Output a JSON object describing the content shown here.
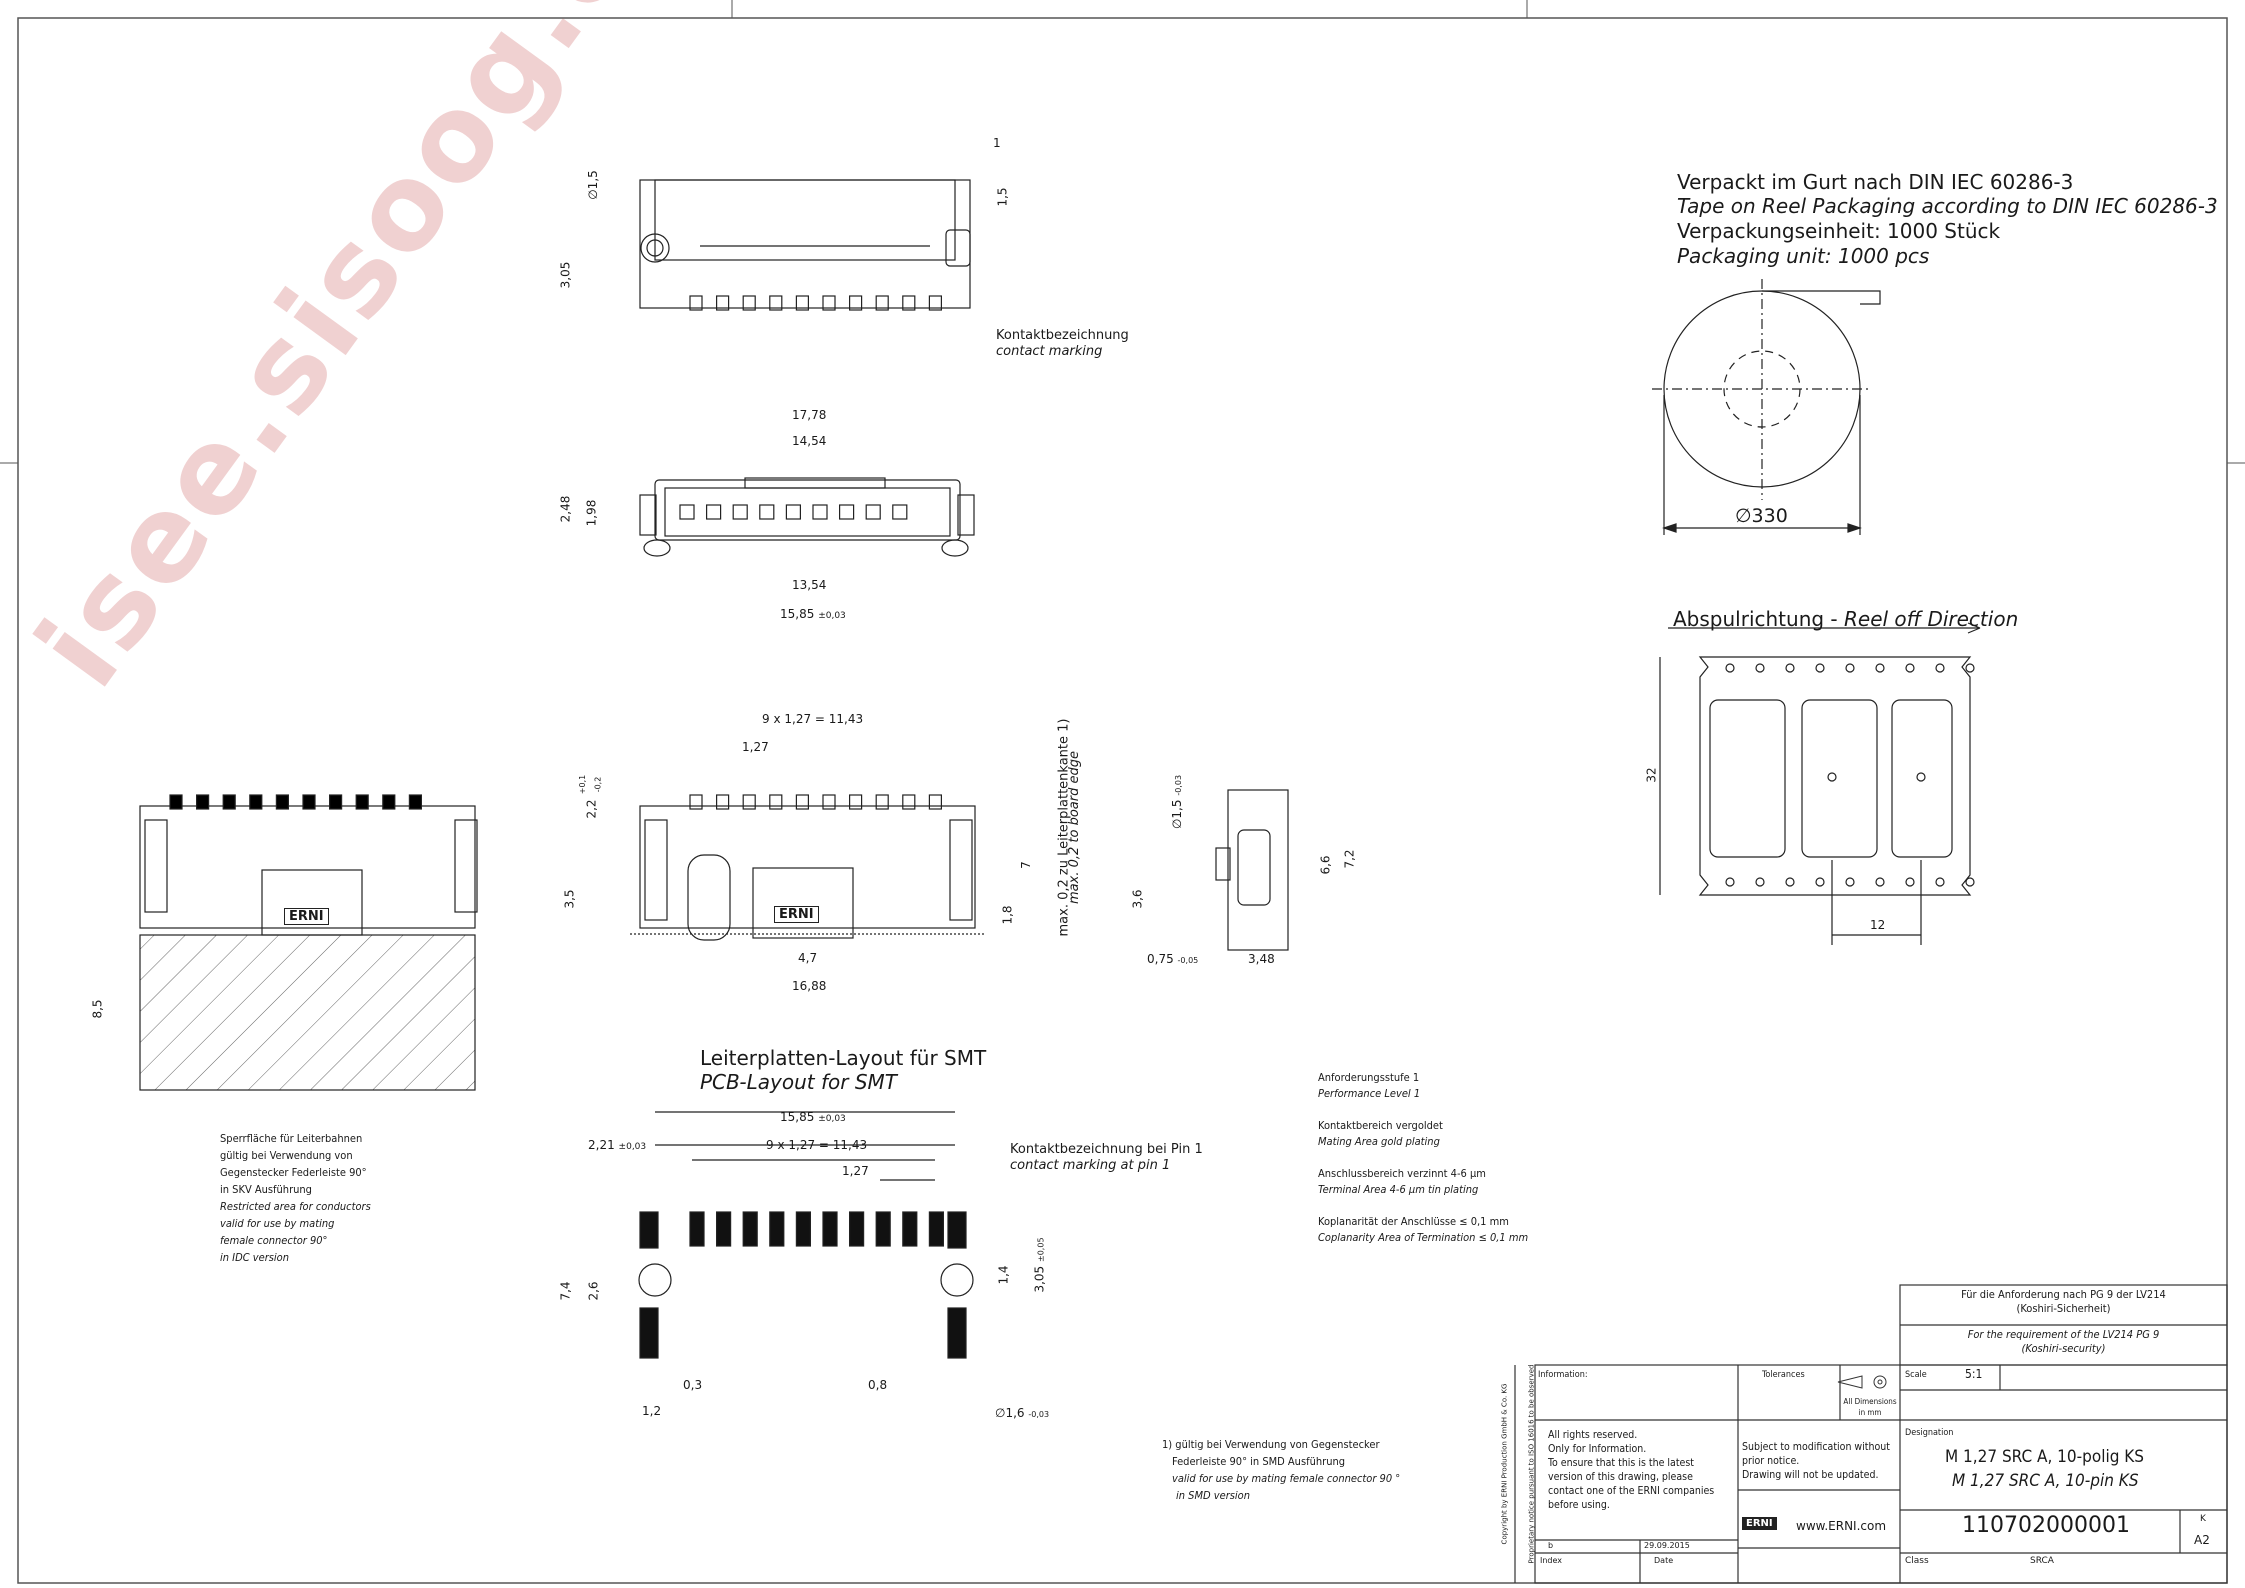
{
  "watermark": "isee.sisoog.com",
  "packaging": {
    "de_title": "Verpackt im Gurt nach DIN IEC 60286-3",
    "en_title": "Tape on Reel Packaging according to DIN IEC 60286-3",
    "de_unit": "Verpackungseinheit:  1000 Stück",
    "en_unit": "Packaging unit:  1000 pcs",
    "reel_diameter": "∅330"
  },
  "reel_off": {
    "de": "Abspulrichtung - ",
    "en": "Reel off Direction",
    "dim_32": "32",
    "dim_12": "12"
  },
  "top_view": {
    "contact_de": "Kontaktbezeichnung",
    "contact_en": "contact marking",
    "dim_15a": "∅1,5",
    "dim_15b": "1,5",
    "dim_305": "3,05",
    "dim_1": "1"
  },
  "front_view": {
    "d1778": "17,78",
    "d1454": "14,54",
    "d1354": "13,54",
    "d1585": "15,85",
    "d1585_tol": "±0,03",
    "d248": "2,48",
    "d198": "1,98"
  },
  "side_view": {
    "d_pitch": "9 x 1,27 = 11,43",
    "d127": "1,27",
    "d22": "2,2",
    "d22_tol_up": "+0,1",
    "d22_tol_dn": "-0,2",
    "d35": "3,5",
    "d47": "4,7",
    "d1688": "16,88",
    "d7": "7",
    "d18": "1,8",
    "edge_de": "max. 0,2 zu  Leiterplattenkante 1)",
    "edge_en": "max. 0,2 to board edge",
    "d15": "∅1,5",
    "d15_tol": "-0,03",
    "d36": "3,6",
    "d66": "6,6",
    "d72": "7,2",
    "d075": "0,75",
    "d075_tol": "-0,05",
    "d348": "3,48",
    "d85": "8,5",
    "logo": "ERNI"
  },
  "restricted": {
    "de1": "Sperrfläche für Leiterbahnen",
    "de2": "gültig bei Verwendung von",
    "de3": "Gegenstecker Federleiste 90°",
    "de4": "in SKV Ausführung",
    "en1": "Restricted area for conductors",
    "en2": "valid for use by mating",
    "en3": "female connector 90°",
    "en4": "in IDC version"
  },
  "pcb_layout": {
    "de_title": "Leiterplatten-Layout für SMT",
    "en_title": "PCB-Layout for SMT",
    "d1585": "15,85",
    "d1585_tol": "±0,03",
    "d221": "2,21",
    "d221_tol": "±0,03",
    "d_pitch": "9 x 1,27 = 11,43",
    "d127": "1,27",
    "pin1_de": "Kontaktbezeichnung bei Pin 1",
    "pin1_en": "contact marking at pin 1",
    "d74": "7,4",
    "d26": "2,6",
    "d14": "1,4",
    "d305": "3,05",
    "d305_tol": "±0,05",
    "d03": "0,3",
    "d12": "1,2",
    "d08": "0,8",
    "d16": "∅1,6",
    "d16_tol": "-0,03"
  },
  "specs": [
    {
      "de": "Anforderungsstufe 1",
      "en": "Performance Level 1"
    },
    {
      "de": "Kontaktbereich vergoldet",
      "en": "Mating Area gold plating"
    },
    {
      "de": "Anschlussbereich verzinnt 4-6 µm",
      "en": "Terminal Area 4-6 µm tin plating"
    },
    {
      "de": "Koplanarität der Anschlüsse  ≤ 0,1 mm",
      "en": "Coplanarity Area of Termination  ≤ 0,1 mm"
    }
  ],
  "footnote": {
    "de1": "1) gültig bei Verwendung von Gegenstecker",
    "de2": "Federleiste 90° in SMD Ausführung",
    "en1": "valid for use by mating female connector 90 °",
    "en2": "in SMD version"
  },
  "title_block": {
    "req_de1": "Für die Anforderung nach PG 9 der LV214",
    "req_de2": "(Koshiri-Sicherheit)",
    "req_en1": "For the requirement of the LV214 PG 9",
    "req_en2": "(Koshiri-security)",
    "information": "Information:",
    "tolerances": "Tolerances",
    "all_dims": "All Dimensions",
    "in_mm": "in mm",
    "scale_label": "Scale",
    "scale": "5:1",
    "designation_label": "Designation",
    "designation_de": "M 1,27 SRC A, 10-polig KS",
    "designation_en": "M 1,27 SRC A, 10-pin KS",
    "rights1": "All rights reserved.",
    "rights2": "Only for Information.",
    "rights3": "To ensure that this is the latest",
    "rights4": "version of this drawing, please",
    "rights5": "contact one of the ERNI companies",
    "rights6": "before using.",
    "subject1": "Subject to modification without",
    "subject2": "prior notice.",
    "subject3": "Drawing will not be updated.",
    "website": "www.ERNI.com",
    "logo": "ERNI",
    "part_number": "110702000001",
    "rev_label": "K",
    "sheet": "A2",
    "index_val": "b",
    "date_val": "29.09.2015",
    "index_label": "Index",
    "date_label": "Date",
    "class_label": "Class",
    "class_val": "SRCA",
    "copyright1": "Copyright by ERNI Production GmbH & Co. KG",
    "copyright2": "Proprietary notice pursuant to ISO 16016 to be observed"
  }
}
